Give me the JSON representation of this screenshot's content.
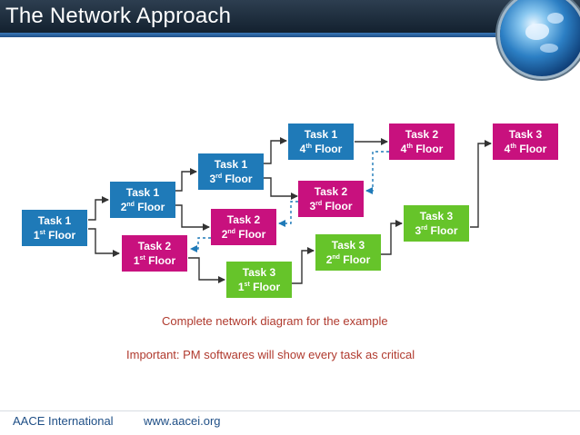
{
  "header": {
    "title": "The Network Approach"
  },
  "tasks": [
    {
      "task": "Task 1",
      "floor": "1",
      "suffix": "st",
      "floor_word": "Floor"
    },
    {
      "task": "Task 1",
      "floor": "2",
      "suffix": "nd",
      "floor_word": "Floor"
    },
    {
      "task": "Task 1",
      "floor": "3",
      "suffix": "rd",
      "floor_word": "Floor"
    },
    {
      "task": "Task 1",
      "floor": "4",
      "suffix": "th",
      "floor_word": "Floor"
    },
    {
      "task": "Task 2",
      "floor": "1",
      "suffix": "st",
      "floor_word": "Floor"
    },
    {
      "task": "Task 2",
      "floor": "2",
      "suffix": "nd",
      "floor_word": "Floor"
    },
    {
      "task": "Task 2",
      "floor": "3",
      "suffix": "rd",
      "floor_word": "Floor"
    },
    {
      "task": "Task 2",
      "floor": "4",
      "suffix": "th",
      "floor_word": "Floor"
    },
    {
      "task": "Task 3",
      "floor": "1",
      "suffix": "st",
      "floor_word": "Floor"
    },
    {
      "task": "Task 3",
      "floor": "2",
      "suffix": "nd",
      "floor_word": "Floor"
    },
    {
      "task": "Task 3",
      "floor": "3",
      "suffix": "rd",
      "floor_word": "Floor"
    },
    {
      "task": "Task 3",
      "floor": "4",
      "suffix": "th",
      "floor_word": "Floor"
    }
  ],
  "colors": {
    "task1": "#1f7ab8",
    "task2": "#c8117e",
    "task3": "#66c42a"
  },
  "captions": {
    "line1": "Complete network diagram for the example",
    "line2": "Important: PM softwares will show every task as critical"
  },
  "footer": {
    "organization": "AACE International",
    "website": "www.aacei.org"
  }
}
